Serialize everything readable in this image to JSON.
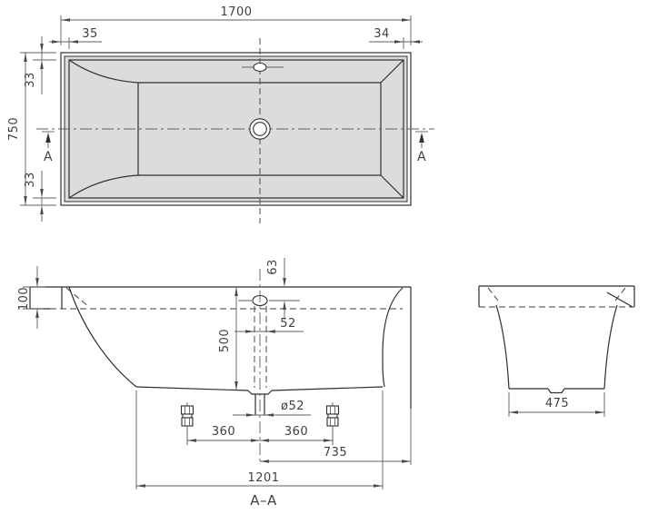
{
  "plan": {
    "length": "1700",
    "width": "750",
    "corner_left": "35",
    "corner_right": "34",
    "rim_top": "33",
    "rim_bottom": "33",
    "marker_left": "A",
    "marker_right": "A"
  },
  "section": {
    "overflow_height": "63",
    "rim_height": "100",
    "overflow_width": "52",
    "depth": "500",
    "drain_diameter": "ø52",
    "foot_spacing_left": "360",
    "foot_spacing_right": "360",
    "drain_to_end": "735",
    "base_length": "1201",
    "label": "A–A"
  },
  "end_view": {
    "base_width": "475"
  },
  "colors": {
    "background": "#ffffff",
    "outline": "#2f2f2f",
    "dimension": "#5f5f5f",
    "fill": "#dcdcdc"
  }
}
